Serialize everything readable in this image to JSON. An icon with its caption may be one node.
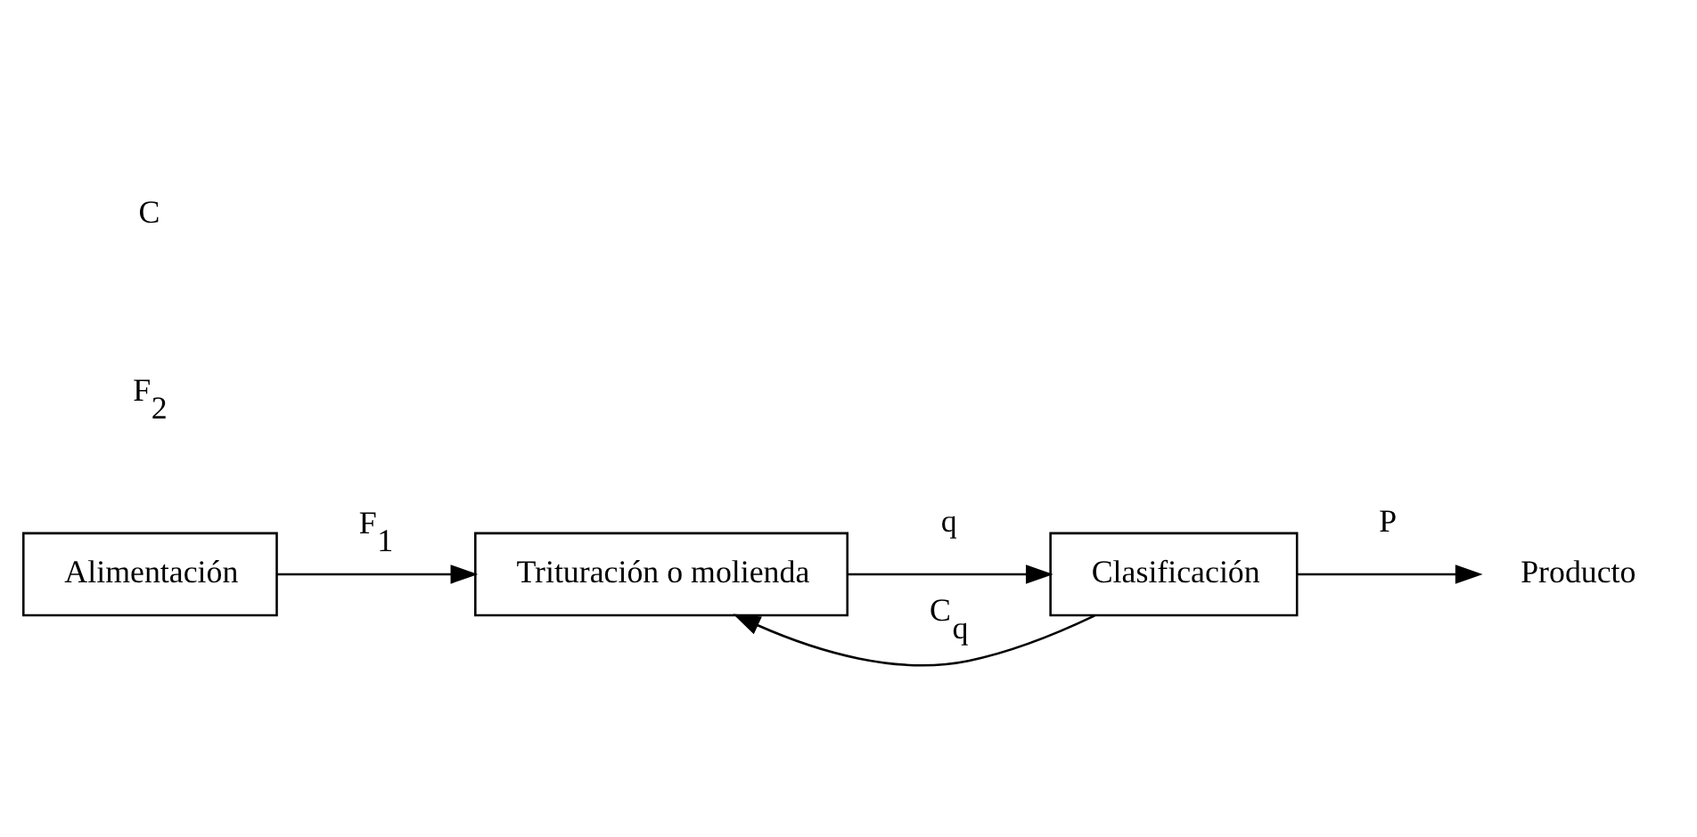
{
  "diagram": {
    "nodes": [
      {
        "text": [
          "Alimentación"
        ]
      },
      {
        "text": [
          "Trituración o molienda"
        ]
      },
      {
        "text": [
          "Clasificación"
        ]
      },
      {
        "text": [
          "Producto"
        ]
      }
    ],
    "edges": [
      {
        "from": 0,
        "to": 1,
        "arrow": "to",
        "label": "F$_{1}$"
      },
      {
        "from": 1,
        "to": 2,
        "arrow": "to",
        "label": "q"
      },
      {
        "from": 2,
        "to": 1,
        "arrow": "to",
        "label": "C$_{q}$"
      },
      {
        "from": 2,
        "to": 3,
        "arrow": "to",
        "label": "P"
      }
    ],
    "labels": [
      "F$_{2}$",
      "C"
    ]
  }
}
